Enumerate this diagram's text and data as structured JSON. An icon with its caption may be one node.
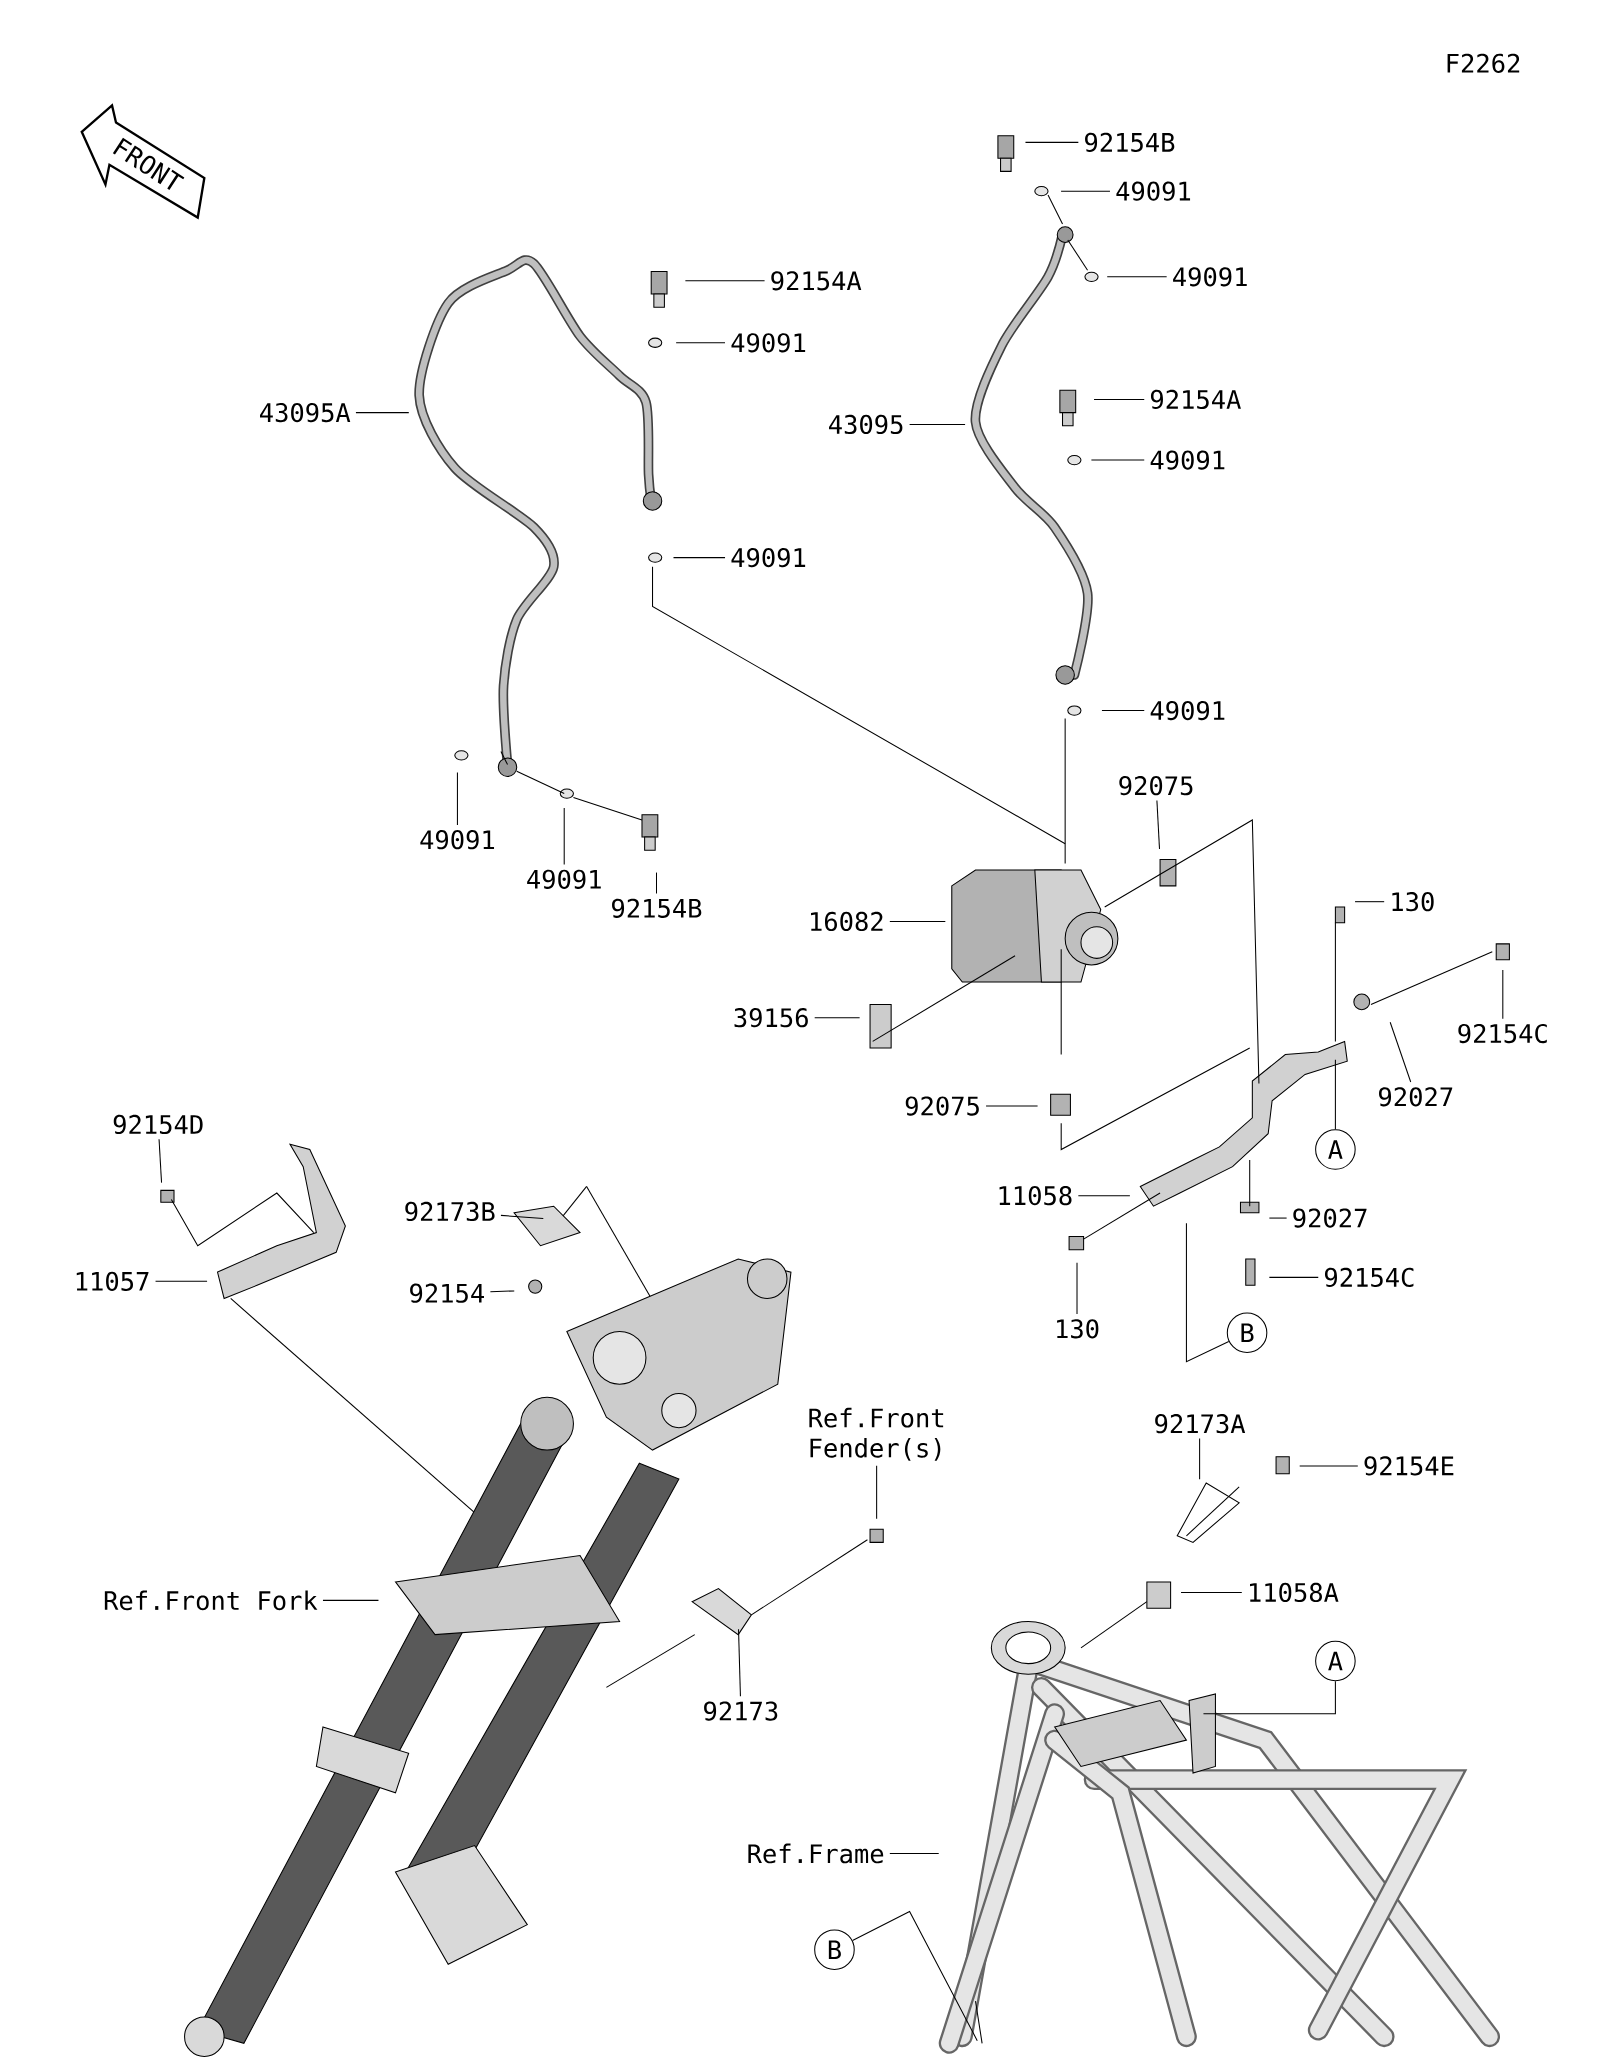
{
  "diagram": {
    "nodes": [
      {
        "text": [
          "92154B"
        ]
      },
      {
        "text": [
          "49091"
        ]
      },
      {
        "text": [
          "49091"
        ]
      },
      {
        "text": [
          "92154A"
        ]
      },
      {
        "text": [
          "49091"
        ]
      },
      {
        "text": [
          "43095A"
        ]
      },
      {
        "text": [
          "43095"
        ]
      },
      {
        "text": [
          "92154A"
        ]
      },
      {
        "text": [
          "49091"
        ]
      },
      {
        "text": [
          "49091"
        ]
      },
      {
        "text": [
          "49091"
        ]
      },
      {
        "text": [
          "49091"
        ]
      },
      {
        "text": [
          "49091"
        ]
      },
      {
        "text": [
          "92154B"
        ]
      },
      {
        "text": [
          "92075"
        ]
      },
      {
        "text": [
          "16082"
        ]
      },
      {
        "text": [
          "39156"
        ]
      },
      {
        "text": [
          "130"
        ]
      },
      {
        "text": [
          "92154C"
        ]
      },
      {
        "text": [
          "92027"
        ]
      },
      {
        "text": [
          "92075"
        ]
      },
      {
        "text": [
          "A"
        ]
      },
      {
        "text": [
          "11058"
        ]
      },
      {
        "text": [
          "92027"
        ]
      },
      {
        "text": [
          "92154C"
        ]
      },
      {
        "text": [
          "130"
        ]
      },
      {
        "text": [
          "B"
        ]
      },
      {
        "text": [
          "92154D"
        ]
      },
      {
        "text": [
          "11057"
        ]
      },
      {
        "text": [
          "92173B"
        ]
      },
      {
        "text": [
          "92154"
        ]
      },
      {
        "text": [
          "Ref.Front Fender(s)"
        ]
      },
      {
        "text": [
          "Ref.Front Fork"
        ]
      },
      {
        "text": [
          "92173"
        ]
      },
      {
        "text": [
          "92173A"
        ]
      },
      {
        "text": [
          "92154E"
        ]
      },
      {
        "text": [
          "11058A"
        ]
      },
      {
        "text": [
          "A"
        ]
      },
      {
        "text": [
          "Ref.Frame"
        ]
      },
      {
        "text": [
          "B"
        ]
      }
    ],
    "edges": [
      {
        "from": 0,
        "to": null,
        "arrow": "none"
      },
      {
        "from": 1,
        "to": null,
        "arrow": "none"
      },
      {
        "from": 2,
        "to": null,
        "arrow": "none"
      },
      {
        "from": 3,
        "to": null,
        "arrow": "none"
      },
      {
        "from": 4,
        "to": null,
        "arrow": "none"
      },
      {
        "from": 5,
        "to": null,
        "arrow": "none"
      },
      {
        "from": 6,
        "to": null,
        "arrow": "none"
      },
      {
        "from": 7,
        "to": null,
        "arrow": "none"
      },
      {
        "from": 8,
        "to": null,
        "arrow": "none"
      },
      {
        "from": 9,
        "to": null,
        "arrow": "none"
      },
      {
        "from": 10,
        "to": null,
        "arrow": "none"
      },
      {
        "from": 11,
        "to": null,
        "arrow": "none"
      },
      {
        "from": 12,
        "to": null,
        "arrow": "none"
      },
      {
        "from": 13,
        "to": null,
        "arrow": "none"
      },
      {
        "from": 14,
        "to": null,
        "arrow": "none"
      },
      {
        "from": 15,
        "to": null,
        "arrow": "none"
      },
      {
        "from": 16,
        "to": null,
        "arrow": "none"
      },
      {
        "from": 17,
        "to": null,
        "arrow": "none"
      },
      {
        "from": 18,
        "to": null,
        "arrow": "none"
      },
      {
        "from": 19,
        "to": null,
        "arrow": "none"
      },
      {
        "from": 20,
        "to": null,
        "arrow": "none"
      },
      {
        "from": 21,
        "to": null,
        "arrow": "none"
      },
      {
        "from": 22,
        "to": null,
        "arrow": "none"
      },
      {
        "from": 23,
        "to": null,
        "arrow": "none"
      },
      {
        "from": 24,
        "to": null,
        "arrow": "none"
      },
      {
        "from": 25,
        "to": null,
        "arrow": "none"
      },
      {
        "from": 26,
        "to": null,
        "arrow": "none"
      },
      {
        "from": 27,
        "to": null,
        "arrow": "none"
      },
      {
        "from": 28,
        "to": null,
        "arrow": "none"
      },
      {
        "from": 29,
        "to": null,
        "arrow": "none"
      },
      {
        "from": 30,
        "to": null,
        "arrow": "none"
      },
      {
        "from": 31,
        "to": null,
        "arrow": "none"
      },
      {
        "from": 32,
        "to": null,
        "arrow": "none"
      },
      {
        "from": 33,
        "to": null,
        "arrow": "none"
      },
      {
        "from": 34,
        "to": null,
        "arrow": "none"
      },
      {
        "from": 35,
        "to": null,
        "arrow": "none"
      },
      {
        "from": 36,
        "to": null,
        "arrow": "none"
      },
      {
        "from": 37,
        "to": null,
        "arrow": "none"
      },
      {
        "from": 38,
        "to": null,
        "arrow": "none"
      },
      {
        "from": 39,
        "to": null,
        "arrow": "none"
      }
    ],
    "labels": [
      "F2262",
      "FRONT"
    ]
  }
}
